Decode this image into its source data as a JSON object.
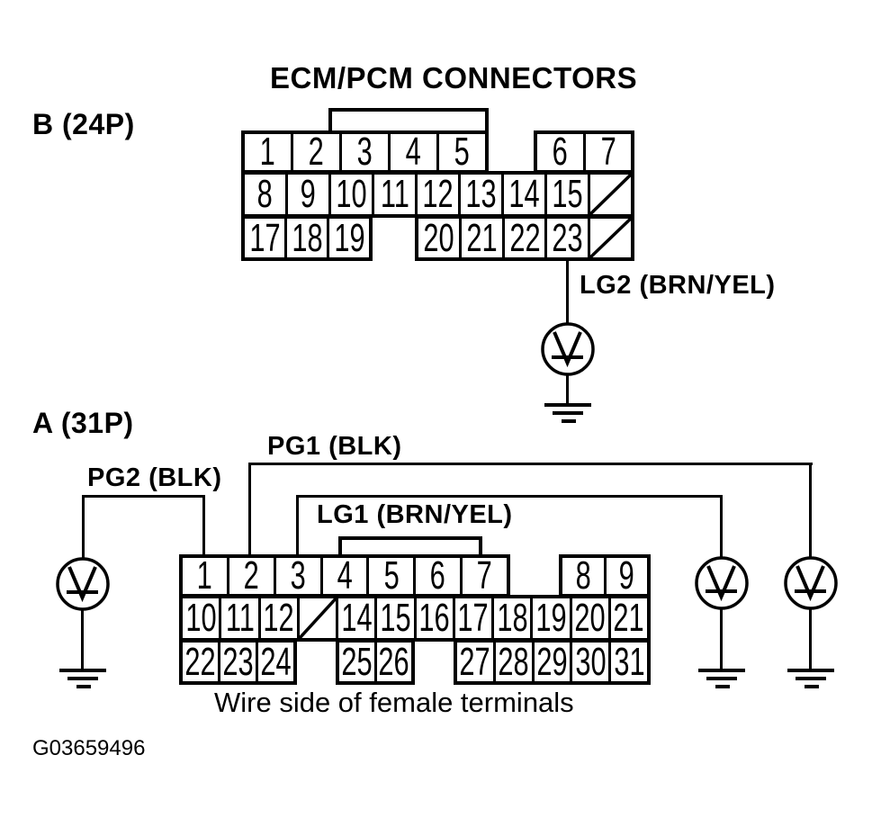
{
  "title": "ECM/PCM CONNECTORS",
  "caption": "Wire side of female terminals",
  "figure_id": "G03659496",
  "colors": {
    "ink": "#000000",
    "paper": "#ffffff"
  },
  "icons": {
    "ground_circle": "circle-with-arrow-to-ground",
    "earth_ground": "three-bar-earth-ground",
    "blank_pin": "diagonal-slash"
  },
  "connector_b": {
    "label": "B (24P)",
    "row1_left": [
      "1",
      "2",
      "3",
      "4",
      "5"
    ],
    "row1_right": [
      "6",
      "7"
    ],
    "row2": [
      "8",
      "9",
      "10",
      "11",
      "12",
      "13",
      "14",
      "15"
    ],
    "row3_left": [
      "17",
      "18",
      "19"
    ],
    "row3_right": [
      "20",
      "21",
      "22",
      "23"
    ]
  },
  "connector_a": {
    "label": "A (31P)",
    "row1_left": [
      "1",
      "2",
      "3",
      "4",
      "5",
      "6",
      "7"
    ],
    "row1_right": [
      "8",
      "9"
    ],
    "row2_left": [
      "10",
      "11",
      "12"
    ],
    "row2_right": [
      "14",
      "15",
      "16",
      "17",
      "18",
      "19",
      "20",
      "21"
    ],
    "row3_left": [
      "22",
      "23",
      "24"
    ],
    "row3_mid": [
      "25",
      "26"
    ],
    "row3_right": [
      "27",
      "28",
      "29",
      "30",
      "31"
    ]
  },
  "wire_labels": {
    "lg2": "LG2 (BRN/YEL)",
    "pg1": "PG1 (BLK)",
    "pg2": "PG2 (BLK)",
    "lg1": "LG1 (BRN/YEL)"
  }
}
